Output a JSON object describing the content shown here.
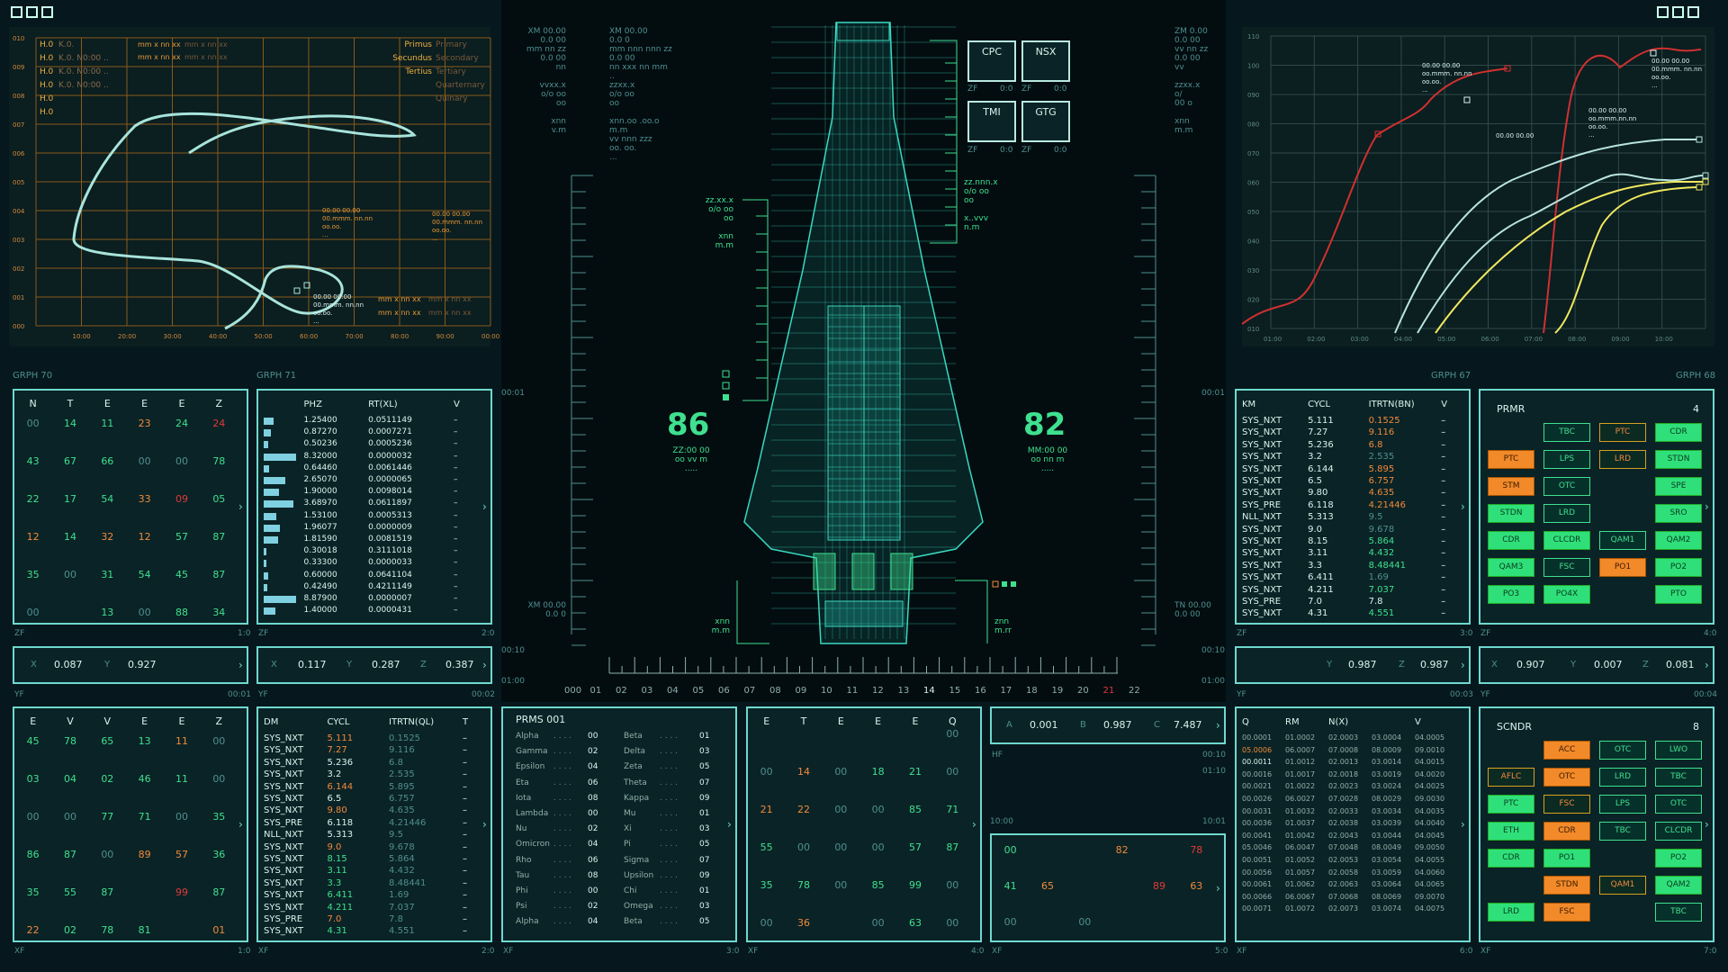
{
  "win_left": "▢▢▢",
  "win_right": "▢▢▢",
  "tl_graph": {
    "yticks": [
      "010",
      "009",
      "008",
      "007",
      "006",
      "005",
      "004",
      "003",
      "002",
      "001",
      "000"
    ],
    "xticks": [
      "10:00",
      "20:00",
      "30:00",
      "40:00",
      "50:00",
      "60:00",
      "70:00",
      "80:00",
      "90:00",
      "00:00"
    ],
    "h_rows": [
      "H.0",
      "H.0",
      "H.0",
      "H.0",
      "H.0",
      "H.0"
    ],
    "k_rows": [
      "K.0.",
      "K.0. N0:00 ..",
      "K.0. N0:00 ..",
      "K.0. N0:00 ..",
      "",
      ""
    ],
    "mm1": "mm x nn xx",
    "mm2": "mm x nn xx",
    "mm3": "mm x nn xx",
    "mm4": "mm x nn xx",
    "legend_a": [
      "Primus",
      "Secundus",
      "Tertius"
    ],
    "legend_b": [
      "Primary",
      "Secondary",
      "Tertiary",
      "Quarternary",
      "Quinary"
    ],
    "anno1": [
      "00.00 00.00",
      "00.mmm. nn.nn",
      "oo.oo.",
      "..."
    ],
    "anno2": [
      "00.00 00.00",
      "00.mmm. nn.nn",
      "oo.oo.",
      "..."
    ],
    "anno3": [
      "00.00 00:00",
      "00.mmm. nn.nn",
      "oo.oo.",
      "..."
    ],
    "mm5": "mm x nn xx",
    "mm6": "mm x nn xx",
    "mm7": "mm x nn xx",
    "mm8": "mm x nn xx"
  },
  "tr_graph": {
    "yticks": [
      "110",
      "100",
      "090",
      "080",
      "070",
      "060",
      "050",
      "040",
      "030",
      "020",
      "010"
    ],
    "xticks": [
      "01:00",
      "02:00",
      "03:00",
      "04:00",
      "05:00",
      "06:00",
      "07:00",
      "08:00",
      "09:00",
      "10:00"
    ],
    "anno1": [
      "00.00 00.00",
      "oo.mmm. nn.nn",
      "oo.oo.",
      "..."
    ],
    "anno2": [
      "00.00 00.00",
      "00.mmm. nn.nn",
      "oo.oo.",
      "..."
    ],
    "anno3": [
      "00.00 00.00",
      "oo.mmm.nn.nn",
      "oo.oo.",
      "..."
    ],
    "anno4": "00.00 00.00"
  },
  "labels": {
    "grph70": "GRPH 70",
    "grph71": "GRPH 71",
    "grph67": "GRPH 67",
    "grph68": "GRPH 68",
    "zf1": "ZF",
    "r1": "1:0",
    "zf2": "ZF",
    "r2": "2:0",
    "zf3": "ZF",
    "r3": "3:0",
    "zf4": "ZF",
    "r4": "4:0",
    "yf1": "YF",
    "t1": "00:01",
    "yf2": "YF",
    "t2": "00:02",
    "yf3": "YF",
    "t3": "00:03",
    "yf4": "YF",
    "t4": "00:04",
    "xf1": "XF",
    "b1": "1:0",
    "xf2": "XF",
    "b2": "2:0",
    "xf3": "XF",
    "b3": "3:0",
    "xf4": "XF",
    "b4": "4:0",
    "xf5": "XF",
    "b5": "5:0",
    "xf6": "XF",
    "b6": "6:0",
    "xf7": "XF",
    "b7": "7:0",
    "hf": "HF",
    "t10": "00:10",
    "t0110": "01:10",
    "t1000": "10:00",
    "t1001": "10:01"
  },
  "p70": {
    "head": [
      "N",
      "T",
      "E",
      "E",
      "E",
      "Z"
    ],
    "rows": [
      [
        "00",
        "14",
        "11",
        "23",
        "24",
        "24"
      ],
      [
        "43",
        "67",
        "66",
        "00",
        "00",
        "78"
      ],
      [
        "22",
        "17",
        "54",
        "33",
        "09",
        "05"
      ],
      [
        "12",
        "14",
        "32",
        "12",
        "57",
        "87"
      ],
      [
        "35",
        "00",
        "31",
        "54",
        "45",
        "87"
      ],
      [
        "00",
        "",
        "13",
        "00",
        "88",
        "34"
      ]
    ]
  },
  "p71": {
    "head": [
      "PHZ",
      "RT(XL)",
      "V"
    ],
    "rows": [
      [
        "1.25400",
        "0.0511149",
        "–"
      ],
      [
        "0.87270",
        "0.0007271",
        "–"
      ],
      [
        "0.50236",
        "0.0005236",
        "–"
      ],
      [
        "8.32000",
        "0.0000032",
        "–"
      ],
      [
        "0.64460",
        "0.0061446",
        "–"
      ],
      [
        "2.65070",
        "0.0000065",
        "–"
      ],
      [
        "1.90000",
        "0.0098014",
        "–"
      ],
      [
        "3.68970",
        "0.0611897",
        "–"
      ],
      [
        "1.53100",
        "0.0005313",
        "–"
      ],
      [
        "1.96077",
        "0.0000009",
        "–"
      ],
      [
        "1.81590",
        "0.0081519",
        "–"
      ],
      [
        "0.30018",
        "0.3111018",
        "–"
      ],
      [
        "0.33300",
        "0.0000033",
        "–"
      ],
      [
        "0.60000",
        "0.0641104",
        "–"
      ],
      [
        "0.42490",
        "0.4211149",
        "–"
      ],
      [
        "8.87900",
        "0.0000007",
        "–"
      ],
      [
        "1.40000",
        "0.0000431",
        "–"
      ]
    ]
  },
  "p67": {
    "head": [
      "KM",
      "CYCL",
      "ITRTN(BN)",
      "V"
    ],
    "rows": [
      [
        "SYS_NXT",
        "5.111",
        "0.1525",
        "–"
      ],
      [
        "SYS_NXT",
        "7.27",
        "9.116",
        "–"
      ],
      [
        "SYS_NXT",
        "5.236",
        "6.8",
        "–"
      ],
      [
        "SYS_NXT",
        "3.2",
        "2.535",
        "–"
      ],
      [
        "SYS_NXT",
        "6.144",
        "5.895",
        "–"
      ],
      [
        "SYS_NXT",
        "6.5",
        "6.757",
        "–"
      ],
      [
        "SYS_NXT",
        "9.80",
        "4.635",
        "–"
      ],
      [
        "SYS_PRE",
        "6.118",
        "4.21446",
        "–"
      ],
      [
        "NLL_NXT",
        "5.313",
        "9.5",
        "–"
      ],
      [
        "SYS_NXT",
        "9.0",
        "9.678",
        "–"
      ],
      [
        "SYS_NXT",
        "8.15",
        "5.864",
        "–"
      ],
      [
        "SYS_NXT",
        "3.11",
        "4.432",
        "–"
      ],
      [
        "SYS_NXT",
        "3.3",
        "8.48441",
        "–"
      ],
      [
        "SYS_NXT",
        "6.411",
        "1.69",
        "–"
      ],
      [
        "SYS_NXT",
        "4.211",
        "7.037",
        "–"
      ],
      [
        "SYS_PRE",
        "7.0",
        "7.8",
        "–"
      ],
      [
        "SYS_NXT",
        "4.31",
        "4.551",
        "–"
      ]
    ]
  },
  "prmr": {
    "title": "PRMR",
    "count": "4",
    "buttons": [
      [
        "TBC",
        "PTC",
        "CDR"
      ],
      [
        "PTC",
        "LPS",
        "LRD",
        "STDN"
      ],
      [
        "STM",
        "OTC",
        "",
        "SPE"
      ],
      [
        "STDN",
        "LRD",
        "",
        "SRO"
      ],
      [
        "CDR",
        "CLCDR",
        "QAM1",
        "QAM2"
      ],
      [
        "QAM3",
        "FSC",
        "PO1",
        "PO2"
      ],
      [
        "PO3",
        "PO4X",
        "",
        "PTO"
      ]
    ]
  },
  "xyz1": {
    "x": "X",
    "xv": "0.087",
    "y": "Y",
    "yv": "0.927"
  },
  "xyz2": {
    "x": "X",
    "xv": "0.117",
    "y": "Y",
    "yv": "0.287",
    "z": "Z",
    "zv": "0.387"
  },
  "xyz3": {
    "y": "Y",
    "yv": "0.987",
    "z": "Z",
    "zv": "0.987"
  },
  "xyz4": {
    "x": "X",
    "xv": "0.907",
    "y": "Y",
    "yv": "0.007",
    "z": "Z",
    "zv": "0.081"
  },
  "abc": {
    "a": "A",
    "av": "0.001",
    "b": "B",
    "bv": "0.987",
    "c": "C",
    "cv": "7.487"
  },
  "pbl": {
    "head": [
      "E",
      "V",
      "V",
      "E",
      "E",
      "Z"
    ],
    "rows": [
      [
        "45",
        "78",
        "65",
        "13",
        "11",
        "00"
      ],
      [
        "03",
        "04",
        "02",
        "46",
        "11",
        "00"
      ],
      [
        "00",
        "00",
        "77",
        "71",
        "00",
        "35"
      ],
      [
        "86",
        "87",
        "00",
        "89",
        "57",
        "36"
      ],
      [
        "35",
        "55",
        "87",
        "",
        "99",
        "87"
      ],
      [
        "22",
        "02",
        "78",
        "81",
        "",
        "01"
      ]
    ]
  },
  "pdm": {
    "head": [
      "DM",
      "CYCL",
      "ITRTN(QL)",
      "T"
    ],
    "rows": [
      [
        "SYS_NXT",
        "5.111",
        "0.1525",
        "–"
      ],
      [
        "SYS_NXT",
        "7.27",
        "9.116",
        "–"
      ],
      [
        "SYS_NXT",
        "5.236",
        "6.8",
        "–"
      ],
      [
        "SYS_NXT",
        "3.2",
        "2.535",
        "–"
      ],
      [
        "SYS_NXT",
        "6.144",
        "5.895",
        "–"
      ],
      [
        "SYS_NXT",
        "6.5",
        "6.757",
        "–"
      ],
      [
        "SYS_NXT",
        "9.80",
        "4.635",
        "–"
      ],
      [
        "SYS_PRE",
        "6.118",
        "4.21446",
        "–"
      ],
      [
        "NLL_NXT",
        "5.313",
        "9.5",
        "–"
      ],
      [
        "SYS_NXT",
        "9.0",
        "9.678",
        "–"
      ],
      [
        "SYS_NXT",
        "8.15",
        "5.864",
        "–"
      ],
      [
        "SYS_NXT",
        "3.11",
        "4.432",
        "–"
      ],
      [
        "SYS_NXT",
        "3.3",
        "8.48441",
        "–"
      ],
      [
        "SYS_NXT",
        "6.411",
        "1.69",
        "–"
      ],
      [
        "SYS_NXT",
        "4.211",
        "7.037",
        "–"
      ],
      [
        "SYS_PRE",
        "7.0",
        "7.8",
        "–"
      ],
      [
        "SYS_NXT",
        "4.31",
        "4.551",
        "–"
      ]
    ]
  },
  "prms": {
    "title": "PRMS 001",
    "rows": [
      [
        "Alpha",
        "00",
        "Beta",
        "01"
      ],
      [
        "Gamma",
        "02",
        "Delta",
        "03"
      ],
      [
        "Epsilon",
        "04",
        "Zeta",
        "05"
      ],
      [
        "Eta",
        "06",
        "Theta",
        "07"
      ],
      [
        "Iota",
        "08",
        "Kappa",
        "09"
      ],
      [
        "Lambda",
        "00",
        "Mu",
        "01"
      ],
      [
        "Nu",
        "02",
        "Xi",
        "03"
      ],
      [
        "Omicron",
        "04",
        "Pi",
        "05"
      ],
      [
        "Rho",
        "06",
        "Sigma",
        "07"
      ],
      [
        "Tau",
        "08",
        "Upsilon",
        "09"
      ],
      [
        "Phi",
        "00",
        "Chi",
        "01"
      ],
      [
        "Psi",
        "02",
        "Omega",
        "03"
      ],
      [
        "Alpha",
        "04",
        "Beta",
        "05"
      ]
    ]
  },
  "pet": {
    "head": [
      "E",
      "T",
      "E",
      "E",
      "E",
      "Q"
    ],
    "rows": [
      [
        "",
        "",
        "",
        "",
        "",
        "00"
      ],
      [
        "00",
        "14",
        "00",
        "18",
        "21",
        "00"
      ],
      [
        "21",
        "22",
        "00",
        "00",
        "85",
        "71"
      ],
      [
        "55",
        "00",
        "00",
        "00",
        "57",
        "87"
      ],
      [
        "35",
        "78",
        "00",
        "85",
        "99",
        "00"
      ],
      [
        "00",
        "36",
        "",
        "00",
        "63",
        "00"
      ]
    ]
  },
  "hf_box": {
    "rows": [
      [
        "00",
        "",
        "",
        "82",
        "",
        "78"
      ],
      [
        "41",
        "65",
        "",
        "",
        "89",
        "63"
      ],
      [
        "00",
        "",
        "00",
        "",
        "",
        ""
      ]
    ]
  },
  "pq": {
    "head": [
      "Q",
      "RM",
      "N(X)",
      "",
      "V"
    ],
    "rows": [
      [
        "00.0001",
        "01.0002",
        "02.0003",
        "03.0004",
        "04.0005"
      ],
      [
        "05.0006",
        "06.0007",
        "07.0008",
        "08.0009",
        "09.0010"
      ],
      [
        "00.0011",
        "01.0012",
        "02.0013",
        "03.0014",
        "04.0015"
      ],
      [
        "00.0016",
        "01.0017",
        "02.0018",
        "03.0019",
        "04.0020"
      ],
      [
        "00.0021",
        "01.0022",
        "02.0023",
        "03.0024",
        "04.0025"
      ],
      [
        "00.0026",
        "06.0027",
        "07.0028",
        "08.0029",
        "09.0030"
      ],
      [
        "00.0031",
        "01.0032",
        "02.0033",
        "03.0034",
        "04.0035"
      ],
      [
        "00.0036",
        "01.0037",
        "02.0038",
        "03.0039",
        "04.0040"
      ],
      [
        "00.0041",
        "01.0042",
        "02.0043",
        "03.0044",
        "04.0045"
      ],
      [
        "05.0046",
        "06.0047",
        "07.0048",
        "08.0049",
        "09.0050"
      ],
      [
        "00.0051",
        "01.0052",
        "02.0053",
        "03.0054",
        "04.0055"
      ],
      [
        "00.0056",
        "01.0057",
        "02.0058",
        "03.0059",
        "04.0060"
      ],
      [
        "00.0061",
        "01.0062",
        "02.0063",
        "03.0064",
        "04.0065"
      ],
      [
        "00.0066",
        "06.0067",
        "07.0068",
        "08.0069",
        "09.0070"
      ],
      [
        "00.0071",
        "01.0072",
        "02.0073",
        "03.0074",
        "04.0075"
      ]
    ]
  },
  "scndr": {
    "title": "SCNDR",
    "count": "8",
    "buttons": [
      [
        "ACC",
        "OTC",
        "LWO"
      ],
      [
        "AFLC",
        "OTC",
        "LRD",
        "TBC"
      ],
      [
        "PTC",
        "FSC",
        "LPS",
        "OTC"
      ],
      [
        "ETH",
        "CDR",
        "TBC",
        "CLCDR"
      ],
      [
        "CDR",
        "PO1",
        "",
        "PO2"
      ],
      [
        "STDN",
        "QAM1",
        "QAM2"
      ],
      [
        "LRD",
        "FSC",
        "",
        "TBC"
      ]
    ]
  },
  "center": {
    "xm1": [
      "XM 00.00",
      "0.0  00",
      "mm nn zz",
      "0.0 00",
      "nn",
      "",
      "vvxx.x",
      "o/o oo",
      "oo",
      "",
      "xnn",
      "v.m"
    ],
    "xm2": [
      "XM 00.00",
      "0.0 0",
      "mm nnn nnn zz",
      "0.0 00",
      "nn xxx nn mm",
      "..",
      "zzxx.x",
      "o/o oo",
      "oo",
      "",
      "xnn.oo .oo.o",
      "m.m",
      "vv nnn zzz",
      "oo. oo.",
      "..."
    ],
    "zm": [
      "ZM 0.00",
      "0.0  00",
      "vv nn zz",
      "0.0 00",
      "vv",
      "",
      "zzxx.x",
      "o/",
      "00 o",
      "",
      "xnn",
      "m.m"
    ],
    "left_label": [
      "zz.xx.x",
      "o/o oo",
      "oo",
      "",
      "xnn",
      "m.m"
    ],
    "right_label": [
      "zz.nnn.x",
      "o/o oo",
      "oo",
      "",
      "x..vvv",
      "n.m"
    ],
    "big_left": "86",
    "big_left_sub": [
      "ZZ:00 00",
      "oo vv m",
      "....."
    ],
    "big_right": "82",
    "big_right_sub": [
      "MM:00 00",
      "oo nn m",
      "....."
    ],
    "cpc": "CPC",
    "nsx": "NSX",
    "tmi": "TMI",
    "gtg": "GTG",
    "zf_a": "ZF",
    "zf_a2": "0:0",
    "zf_b": "ZF",
    "zf_b2": "0:0",
    "zf_c": "ZF",
    "zf_c2": "0:0",
    "zf_d": "ZF",
    "zf_d2": "0:0",
    "t0001a": "00:01",
    "t0001b": "00:01",
    "t0010a": "00:10",
    "t0010b": "00:10",
    "t0100a": "01:00",
    "t0100b": "01:00",
    "xm3": [
      "XM 00.00",
      "0.0  0"
    ],
    "tn": [
      "TN 00.00",
      "0.0  00"
    ],
    "xnn_l": [
      "xnn",
      "m.m"
    ],
    "znn_r": [
      "znn",
      "m.rr"
    ],
    "ruler": [
      "000",
      "01",
      "02",
      "03",
      "04",
      "05",
      "06",
      "07",
      "08",
      "09",
      "10",
      "11",
      "12",
      "13",
      "14",
      "15",
      "16",
      "17",
      "18",
      "19",
      "20",
      "21",
      "22"
    ]
  }
}
